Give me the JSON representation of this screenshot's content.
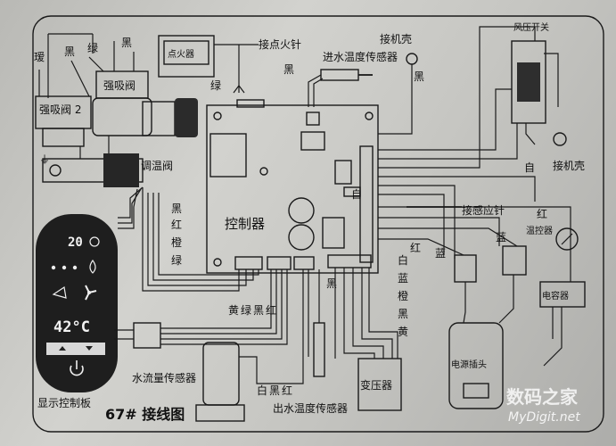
{
  "labels": {
    "ignition_needle": "接点火针",
    "inlet_temp_sensor": "进水温度传感器",
    "ground_top": "接机壳",
    "wind_pressure_switch": "风压开关",
    "ground_right": "接机壳",
    "white_right": "自",
    "red_right": "红",
    "temp_controller": "温控器",
    "induction_needle": "接感应针",
    "blue_right": "蓝",
    "capacitor": "电容器",
    "power_plug": "电源插头",
    "transformer": "变压器",
    "outlet_temp_sensor": "出水温度传感器",
    "flow_sensor": "水流量传感器",
    "display_board": "显示控制板",
    "diagram_title": "67#  接线图",
    "controller": "控制器",
    "igniter": "点火器",
    "strong_valve_1": "强吸阀",
    "strong_valve_2": "强吸阀 2",
    "thermostat_valve": "调温阀",
    "black_top": "黑",
    "black_mid": "黑",
    "black_left": "黑",
    "black_v": "黑",
    "green_left": "绿",
    "green_valve": "绿",
    "gray_left": "瑷",
    "white_ctrl": "自",
    "red_mid": "红",
    "blue_mid": "蓝",
    "wire_set_display": [
      "黑",
      "红",
      "橙",
      "绿"
    ],
    "wire_set_flow": [
      "黄",
      "绿",
      "黑",
      "红"
    ],
    "wire_set_outlet": [
      "白",
      "黑",
      "红"
    ],
    "wire_set_transformer": [
      "白",
      "蓝",
      "橙",
      "黑",
      "黄"
    ]
  },
  "display": {
    "time": "20",
    "temperature": "42°C"
  },
  "icons": [
    "clock-icon",
    "flame-icon",
    "shower-icon",
    "fan-icon",
    "up-arrow-icon",
    "down-arrow-icon",
    "power-icon",
    "ground-symbol-icon"
  ],
  "watermark": {
    "cn": "数码之家",
    "url": "MyDigit.net"
  }
}
